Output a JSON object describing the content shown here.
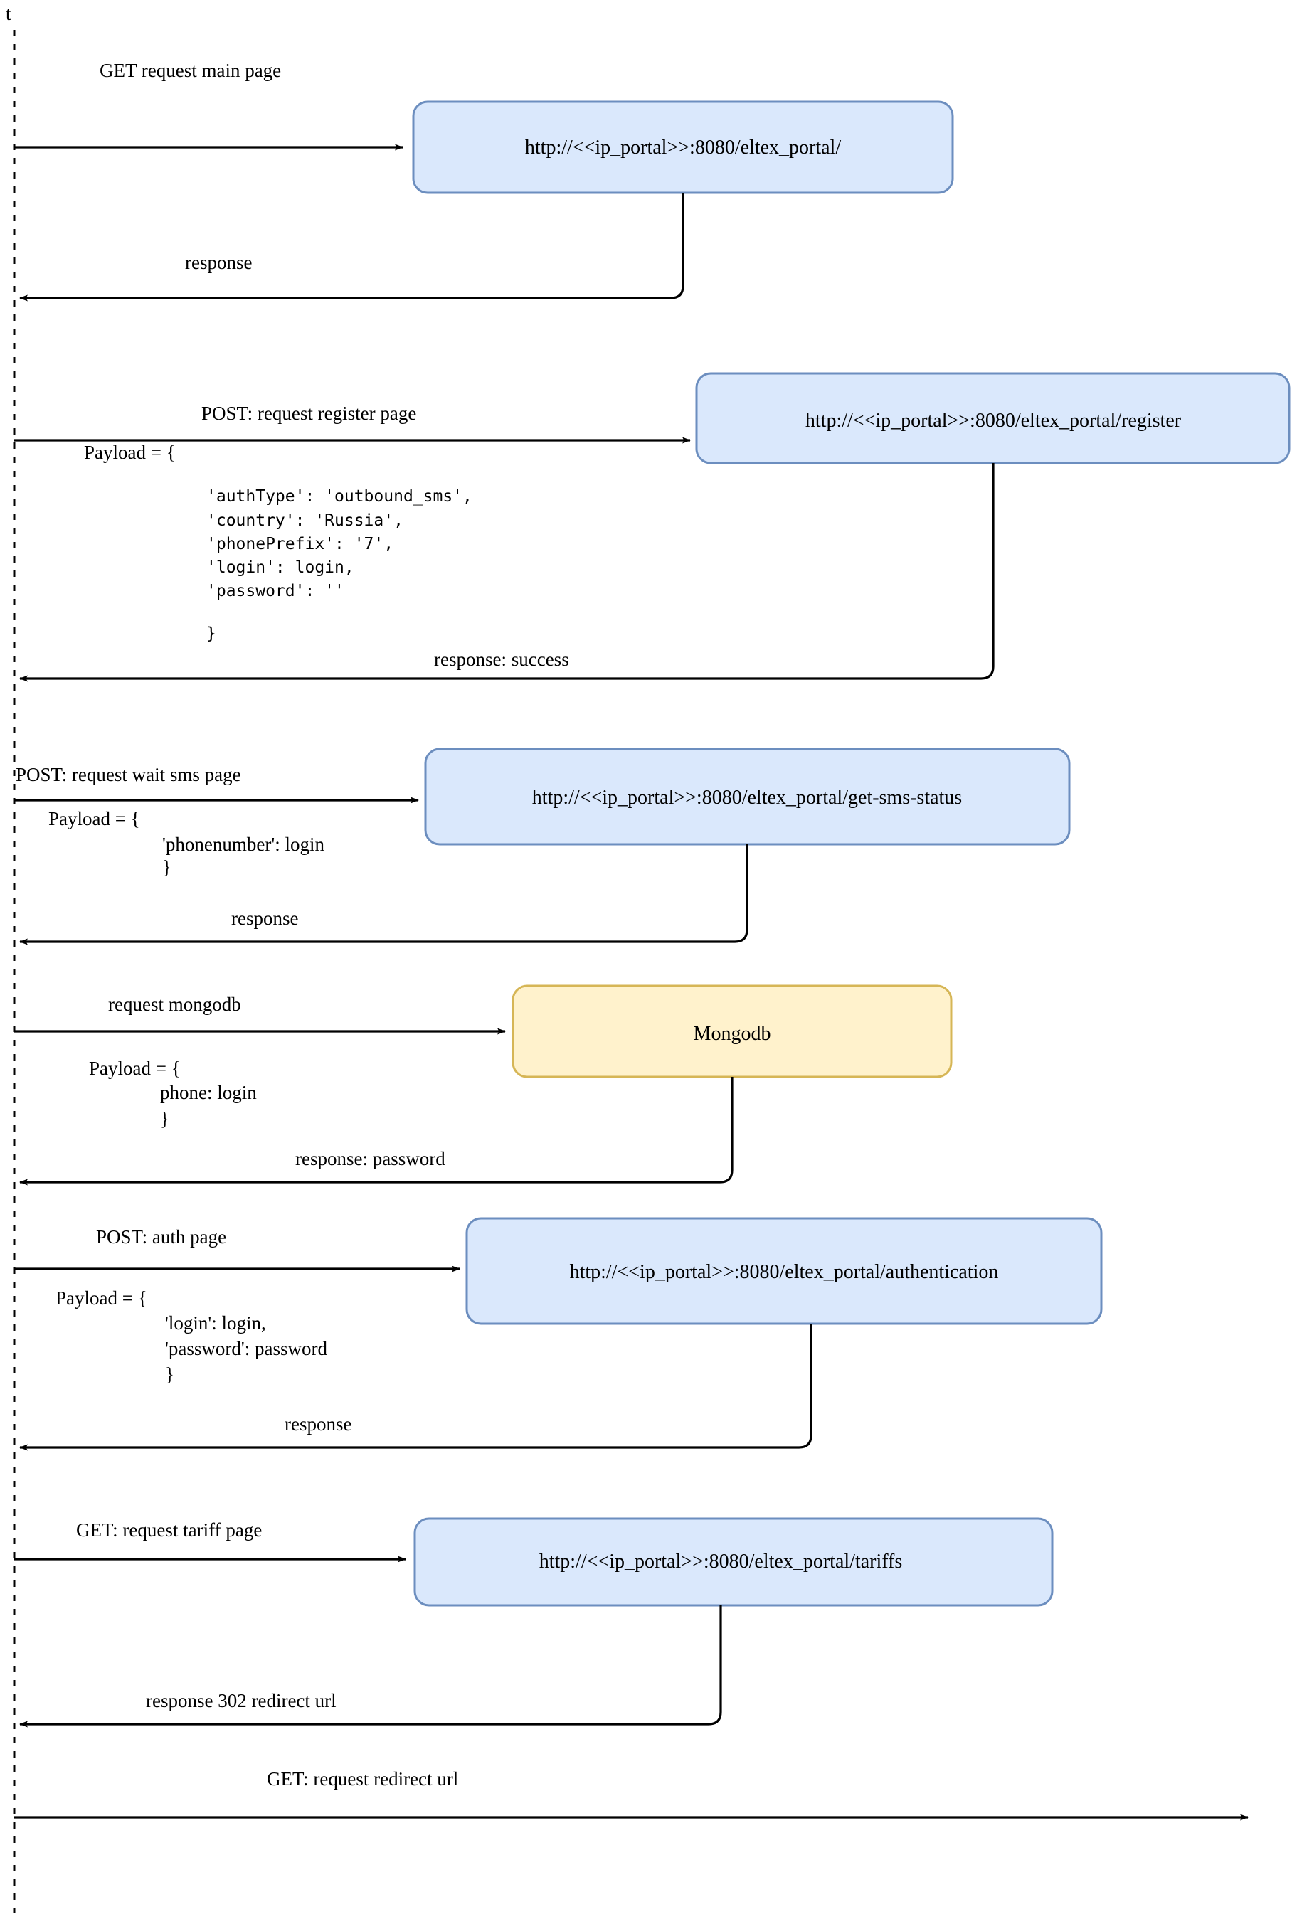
{
  "diagram": {
    "type": "sequence-diagram",
    "axis_label": "t",
    "colors": {
      "node_blue_fill": "#dae8fc",
      "node_blue_stroke": "#6c8ebf",
      "node_yellow_fill": "#fff2cc",
      "node_yellow_stroke": "#d6b656",
      "line": "#000000",
      "background": "#ffffff"
    },
    "nodes": [
      {
        "id": "main-page",
        "label": "http://<<ip_portal>>:8080/eltex_portal/",
        "style": "blue"
      },
      {
        "id": "register",
        "label": "http://<<ip_portal>>:8080/eltex_portal/register",
        "style": "blue"
      },
      {
        "id": "get-sms-status",
        "label": "http://<<ip_portal>>:8080/eltex_portal/get-sms-status",
        "style": "blue"
      },
      {
        "id": "mongodb",
        "label": "Mongodb",
        "style": "yellow"
      },
      {
        "id": "authentication",
        "label": "http://<<ip_portal>>:8080/eltex_portal/authentication",
        "style": "blue"
      },
      {
        "id": "tariffs",
        "label": "http://<<ip_portal>>:8080/eltex_portal/tariffs",
        "style": "blue"
      }
    ],
    "messages": [
      {
        "id": "m1",
        "label": "GET request main page",
        "direction": "request",
        "target": "main-page"
      },
      {
        "id": "m2",
        "label": "response",
        "direction": "response",
        "source": "main-page"
      },
      {
        "id": "m3",
        "label": "POST: request register page",
        "direction": "request",
        "target": "register"
      },
      {
        "id": "m4",
        "label": "response: success",
        "direction": "response",
        "source": "register"
      },
      {
        "id": "m5",
        "label": "POST: request wait sms page",
        "direction": "request",
        "target": "get-sms-status"
      },
      {
        "id": "m6",
        "label": "response",
        "direction": "response",
        "source": "get-sms-status"
      },
      {
        "id": "m7",
        "label": "request mongodb",
        "direction": "request",
        "target": "mongodb"
      },
      {
        "id": "m8",
        "label": "response: password",
        "direction": "response",
        "source": "mongodb"
      },
      {
        "id": "m9",
        "label": "POST: auth page",
        "direction": "request",
        "target": "authentication"
      },
      {
        "id": "m10",
        "label": "response",
        "direction": "response",
        "source": "authentication"
      },
      {
        "id": "m11",
        "label": "GET: request tariff page",
        "direction": "request",
        "target": "tariffs"
      },
      {
        "id": "m12",
        "label": "response 302 redirect url",
        "direction": "response",
        "source": "tariffs"
      },
      {
        "id": "m13",
        "label": "GET: request redirect url",
        "direction": "request",
        "target": null
      }
    ],
    "payloads": [
      {
        "id": "payload-register",
        "header": "Payload = {",
        "lines": [
          "'authType': 'outbound_sms',",
          "'country': 'Russia',",
          "'phonePrefix': '7',",
          "'login': login,",
          "'password': ''"
        ],
        "footer": "}",
        "font": "mono"
      },
      {
        "id": "payload-sms",
        "header": "Payload = {",
        "lines": [
          "'phonenumber': login"
        ],
        "footer": "}",
        "font": "serif"
      },
      {
        "id": "payload-mongodb",
        "header": "Payload = {",
        "lines": [
          "phone: login"
        ],
        "footer": "}",
        "font": "serif"
      },
      {
        "id": "payload-auth",
        "header": "Payload = {",
        "lines": [
          "'login': login,",
          "'password': password"
        ],
        "footer": "}",
        "font": "serif"
      }
    ]
  }
}
